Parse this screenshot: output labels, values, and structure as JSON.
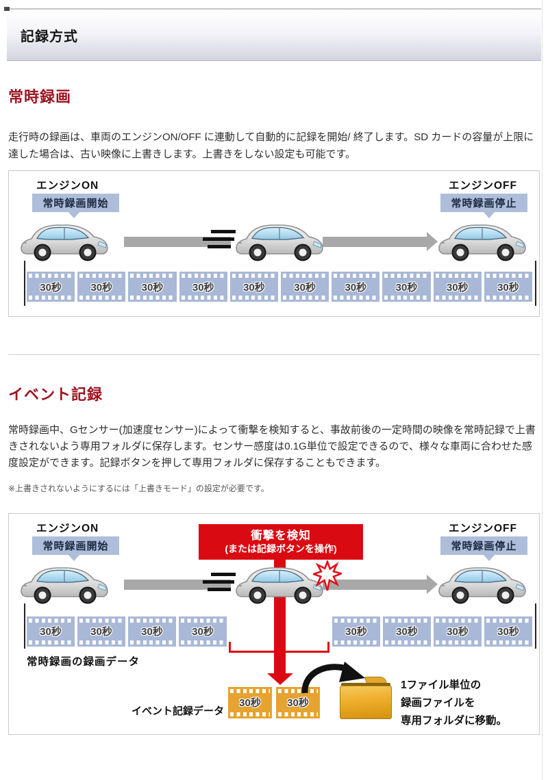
{
  "page": {
    "title": "記録方式"
  },
  "colors": {
    "heading_red": "#9e1420",
    "banner_red": "#da0a12",
    "strip_blue": "#a9b8d6",
    "event_strip_orange": "#e6a32f",
    "callout_blue": "#aebdd9",
    "arrow_gray": "#a8a8a8",
    "folder_gold": "#eead2a"
  },
  "section1": {
    "heading": "常時録画",
    "body": "走行時の録画は、車両のエンジンON/OFF に連動して自動的に記録を開始/ 終了します。SD カードの容量が上限に達した場合は、古い映像に上書きします。上書きをしない設定も可能です。",
    "diagram": {
      "engine_on": "エンジンON",
      "record_start": "常時録画開始",
      "engine_off": "エンジンOFF",
      "record_stop": "常時録画停止",
      "segments": [
        "30秒",
        "30秒",
        "30秒",
        "30秒",
        "30秒",
        "30秒",
        "30秒",
        "30秒",
        "30秒",
        "30秒"
      ]
    }
  },
  "section2": {
    "heading": "イベント記録",
    "body": "常時録画中、Gセンサー(加速度センサー)によって衝撃を検知すると、事故前後の一定時間の映像を常時記録で上書きされないよう専用フォルダに保存します。センサー感度は0.1G単位で設定できるので、様々な車両に合わせた感度設定ができます。記録ボタンを押して専用フォルダに保存することもできます。",
    "note": "※上書きされないようにするには「上書きモード」の設定が必要です。",
    "diagram": {
      "engine_on": "エンジンON",
      "record_start": "常時録画開始",
      "engine_off": "エンジンOFF",
      "record_stop": "常時録画停止",
      "impact_banner": {
        "line1": "衝撃を検知",
        "line2": "(または記録ボタンを操作)"
      },
      "left_segments": [
        "30秒",
        "30秒",
        "30秒",
        "30秒"
      ],
      "right_segments": [
        "30秒",
        "30秒",
        "30秒",
        "30秒"
      ],
      "continuous_data_label": "常時録画の録画データ",
      "event_segments": [
        "30秒",
        "30秒"
      ],
      "event_data_label": "イベント記録データ",
      "folder_note": {
        "line1": "1ファイル単位の",
        "line2": "録画ファイルを",
        "line3": "専用フォルダに移動。"
      }
    }
  }
}
